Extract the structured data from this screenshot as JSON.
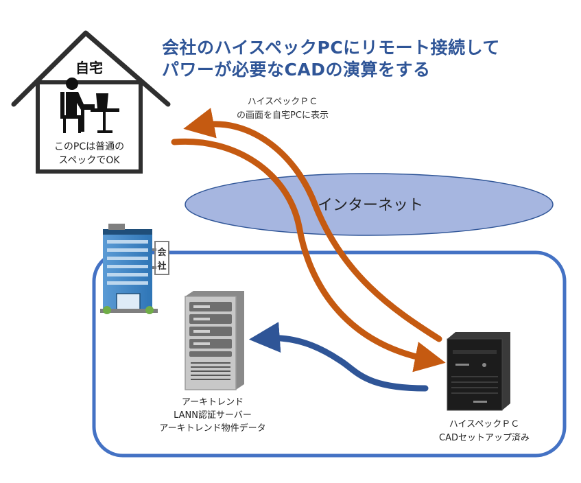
{
  "title": {
    "line1": "会社のハイスペックPCにリモート接続して",
    "line2": "パワーが必要なCADの演算をする"
  },
  "home": {
    "label": "自宅",
    "note_line1": "このPCは普通の",
    "note_line2": "スペックでOK"
  },
  "arrow_note": {
    "line1": "ハイスペックＰＣ",
    "line2": "の画面を自宅PCに表示"
  },
  "internet": {
    "label": "インターネット"
  },
  "company": {
    "sign_line1": "会",
    "sign_line2": "社"
  },
  "server": {
    "line1": "アーキトレンド",
    "line2": "LANN認証サーバー",
    "line3": "アーキトレンド物件データ"
  },
  "pc": {
    "line1": "ハイスペックＰＣ",
    "line2": "CADセットアップ済み"
  },
  "colors": {
    "title": "#2f5597",
    "orange_arrow": "#c55a11",
    "blue_arrow": "#2f5597",
    "internet_fill": "#a6b6e0",
    "company_border": "#4472c4"
  }
}
